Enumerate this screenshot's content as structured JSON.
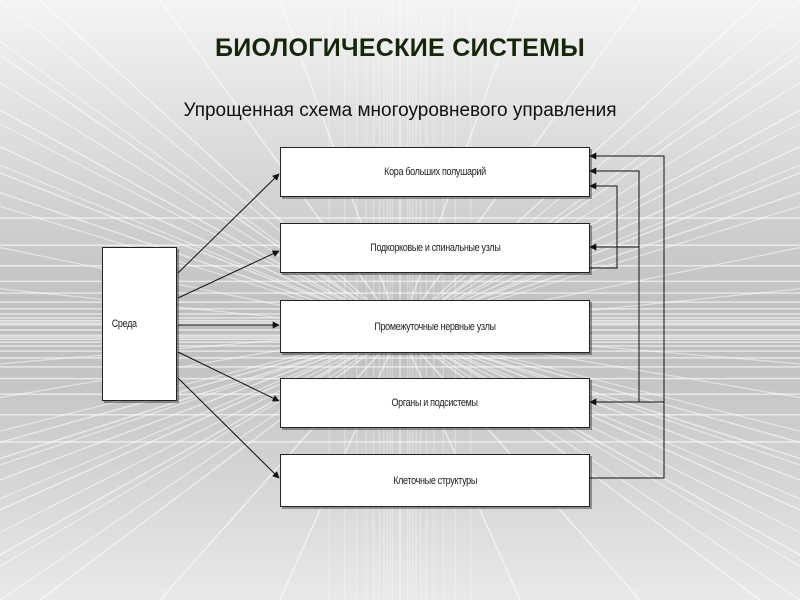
{
  "title": "БИОЛОГИЧЕСКИЕ СИСТЕМЫ",
  "subtitle": "Упрощенная схема многоуровневого управления",
  "diagram": {
    "source": "Среда",
    "levels": [
      "Кора больших полушарий",
      "Подкорковые и спинальные узлы",
      "Промежуточные нервные узлы",
      "Органы и подсистемы",
      "Клеточные структуры"
    ]
  }
}
